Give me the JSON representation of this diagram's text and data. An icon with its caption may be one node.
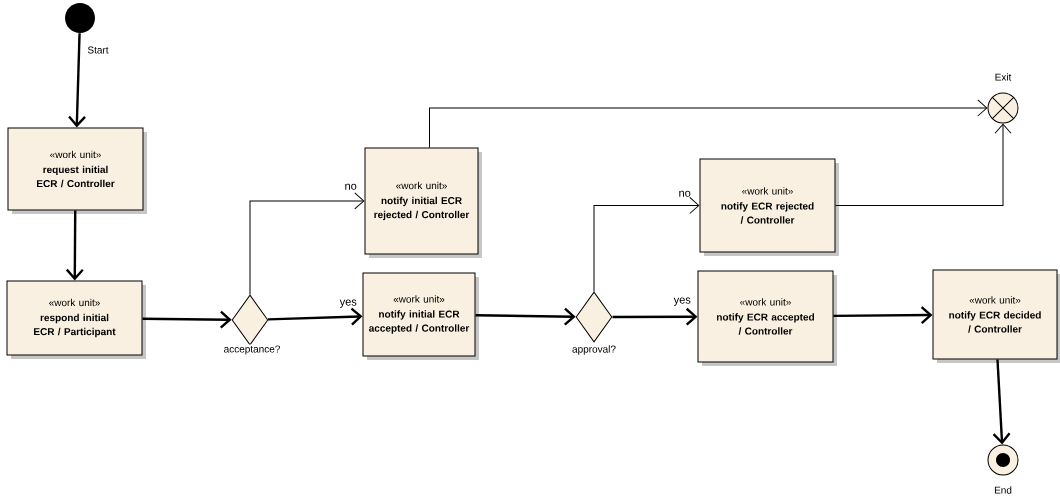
{
  "diagram": {
    "nodes": [
      {
        "text": [],
        "shape": "circle",
        "beside": [
          "Start"
        ]
      },
      {
        "text": [
          "«work unit»",
          "request initial ECR / Controller"
        ]
      },
      {
        "text": [
          "«work unit»",
          "respond initial ECR / Participant"
        ]
      },
      {
        "text": [],
        "shape": "diamond",
        "beside": [
          "acceptance?"
        ]
      },
      {
        "text": [
          "«work unit»",
          "notify initial ECR rejected / Controller"
        ]
      },
      {
        "text": [
          "«work unit»",
          "notify initial ECR accepted / Controller"
        ]
      },
      {
        "text": [],
        "shape": "diamond",
        "beside": [
          "approval?"
        ]
      },
      {
        "text": [
          "«work unit»",
          "notify ECR rejected / Controller"
        ]
      },
      {
        "text": [
          "«work unit»",
          "notify ECR accepted / Controller"
        ]
      },
      {
        "text": [
          "«work unit»",
          "notify ECR decided / Controller"
        ]
      },
      {
        "text": [],
        "shape": "exit-circle",
        "beside": [
          "Exit"
        ]
      },
      {
        "text": [],
        "shape": "end-circle",
        "beside": [
          "End"
        ]
      }
    ],
    "edges": [
      {
        "from": 0,
        "to": 1,
        "arrow": "to"
      },
      {
        "from": 1,
        "to": 2,
        "arrow": "to"
      },
      {
        "from": 2,
        "to": 3,
        "arrow": "to"
      },
      {
        "from": 3,
        "to": 4,
        "arrow": "to",
        "label": "no"
      },
      {
        "from": 3,
        "to": 5,
        "arrow": "to",
        "label": "yes"
      },
      {
        "from": 4,
        "to": 10,
        "arrow": "to"
      },
      {
        "from": 5,
        "to": 6,
        "arrow": "to"
      },
      {
        "from": 6,
        "to": 7,
        "arrow": "to",
        "label": "no"
      },
      {
        "from": 6,
        "to": 8,
        "arrow": "to",
        "label": "yes"
      },
      {
        "from": 7,
        "to": 10,
        "arrow": "to"
      },
      {
        "from": 8,
        "to": 9,
        "arrow": "to"
      },
      {
        "from": 9,
        "to": 11,
        "arrow": "to"
      }
    ]
  }
}
